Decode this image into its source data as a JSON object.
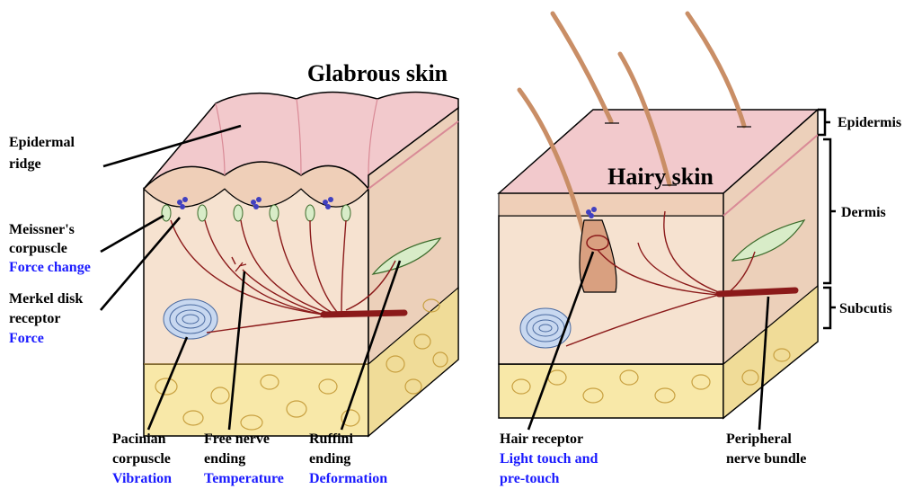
{
  "titles": {
    "glabrous": "Glabrous skin",
    "hairy": "Hairy skin"
  },
  "labels": {
    "epidermal_ridge": [
      "Epidermal",
      "ridge"
    ],
    "meissner": [
      "Meissner's",
      "corpuscle"
    ],
    "meissner_fn": "Force change",
    "merkel": [
      "Merkel disk",
      "receptor"
    ],
    "merkel_fn": "Force",
    "pacinian": [
      "Pacinian",
      "corpuscle"
    ],
    "pacinian_fn": "Vibration",
    "free_nerve": [
      "Free nerve",
      "ending"
    ],
    "free_nerve_fn": "Temperature",
    "ruffini": [
      "Ruffini",
      "ending"
    ],
    "ruffini_fn": "Deformation",
    "hair_receptor": "Hair receptor",
    "hair_receptor_fn": [
      "Light touch and",
      "pre-touch"
    ],
    "peripheral": [
      "Peripheral",
      "nerve bundle"
    ],
    "layers": {
      "epidermis": "Epidermis",
      "dermis": "Dermis",
      "subcutis": "Subcutis"
    }
  },
  "colors": {
    "epidermis_top": "#f2c9cc",
    "epidermis_line": "#d98a96",
    "dermis": "#f6e2d0",
    "dermis_side": "#ecd0ba",
    "subcutis": "#f8e8a8",
    "fat_cell_stroke": "#c8a040",
    "nerve": "#8b1a1a",
    "pacinian": "#c8d8f0",
    "ruffini": "#d8ecc8",
    "hair": "#c98e66",
    "function_text": "#1a1aff"
  }
}
